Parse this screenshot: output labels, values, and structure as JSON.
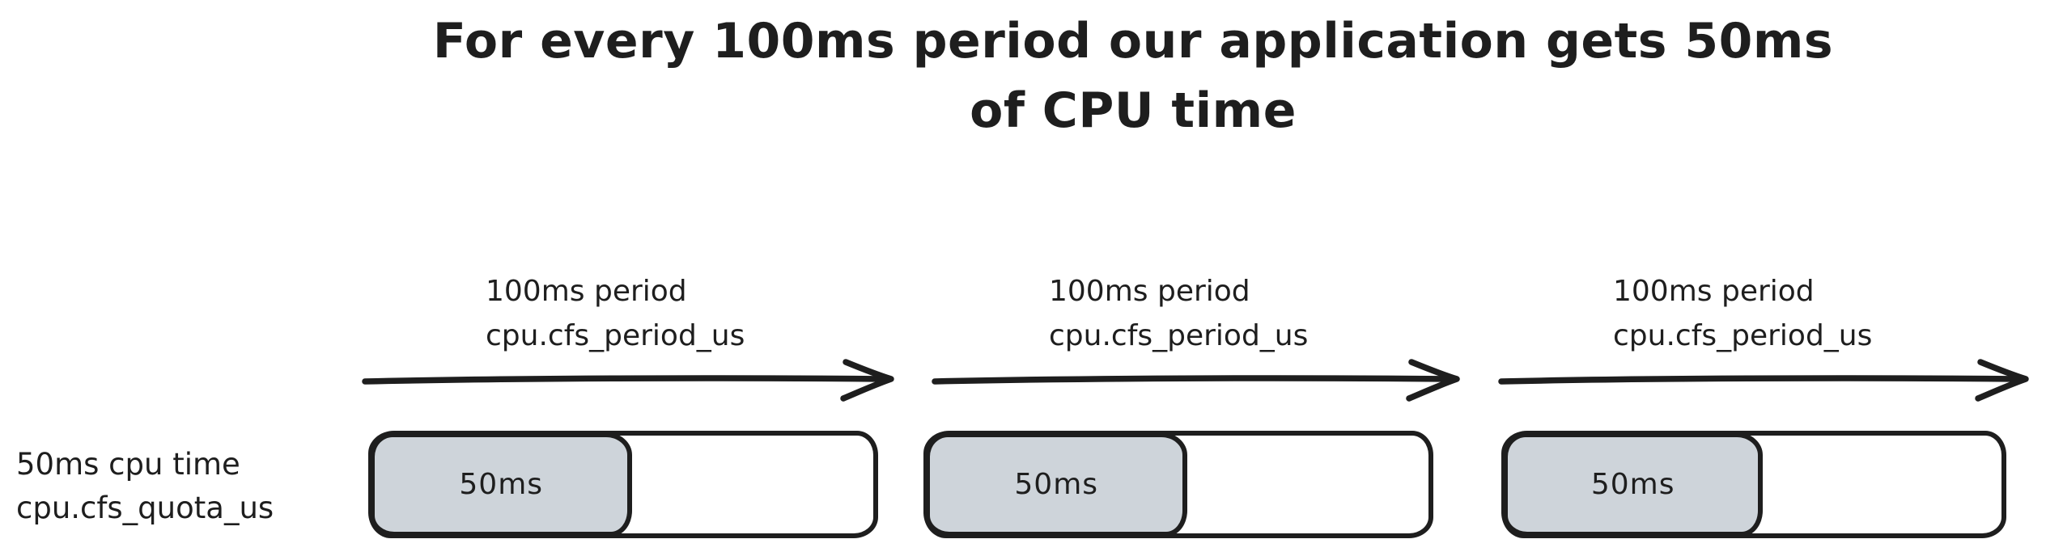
{
  "title": {
    "line1": "For every 100ms period our application gets 50ms",
    "line2": "of CPU time"
  },
  "quota_axis_label": {
    "line1": "50ms cpu time",
    "line2": "cpu.cfs_quota_us"
  },
  "periods": [
    {
      "label_line1": "100ms period",
      "label_line2": "cpu.cfs_period_us",
      "quota_label": "50ms"
    },
    {
      "label_line1": "100ms period",
      "label_line2": "cpu.cfs_period_us",
      "quota_label": "50ms"
    },
    {
      "label_line1": "100ms period",
      "label_line2": "cpu.cfs_period_us",
      "quota_label": "50ms"
    }
  ],
  "colors": {
    "stroke": "#1e1e1e",
    "quota_fill": "#ced4da",
    "background": "#ffffff"
  }
}
